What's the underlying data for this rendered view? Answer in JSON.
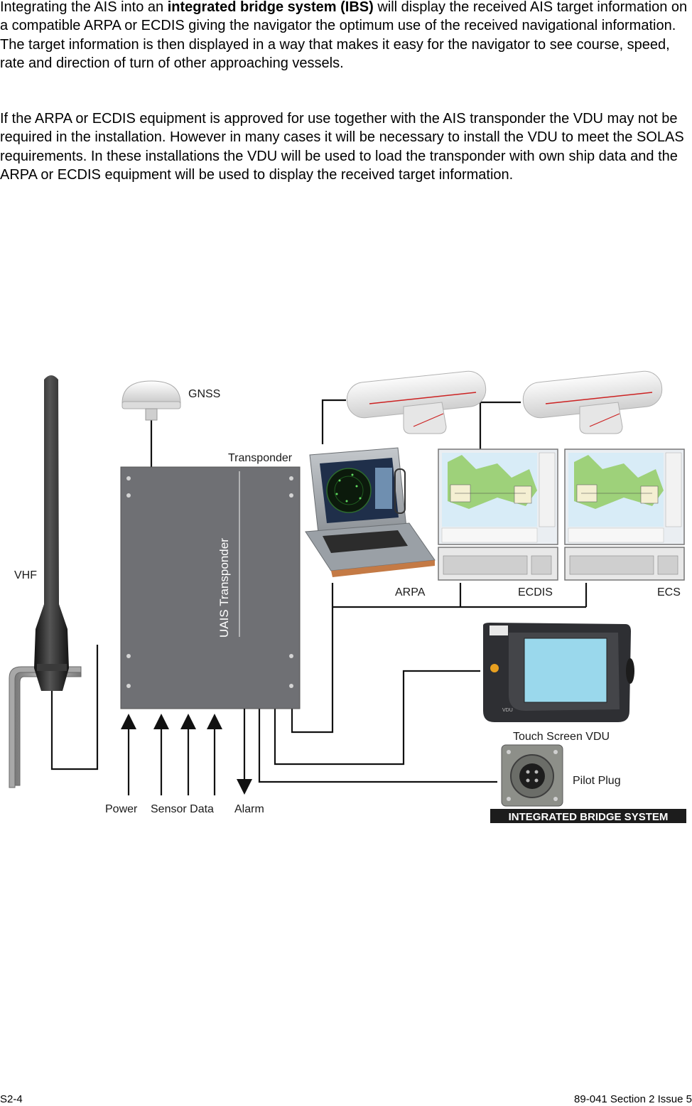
{
  "text": {
    "p1_pre": "Integrating the AIS into an ",
    "p1_bold": "integrated bridge system (IBS)",
    "p1_post": " will display the received AIS target information on a compatible ARPA or ECDIS giving the navigator the optimum use of the received navigational information. The target information is then displayed in a way that makes it easy for the navigator to see course, speed, rate and direction of turn of other approaching vessels.",
    "p2": "If the ARPA or ECDIS equipment is approved for use together with the AIS transponder the VDU may not be required in the installation. However in many cases it will be necessary to install the VDU to meet the SOLAS requirements. In these installations the VDU will be used to load the transponder with own ship data and the ARPA or ECDIS equipment will be used to display the received target information."
  },
  "diagram": {
    "gnss": "GNSS",
    "transponder": "Transponder",
    "uais": "UAIS Transponder",
    "vhf": "VHF",
    "arpa": "ARPA",
    "ecdis": "ECDIS",
    "ecs": "ECS",
    "vdu": "Touch Screen VDU",
    "vdu_brand": "VDU",
    "pilot": "Pilot Plug",
    "power": "Power",
    "sensor": "Sensor Data",
    "alarm": "Alarm",
    "ibs_banner": "INTEGRATED BRIDGE SYSTEM"
  },
  "footer": {
    "left": "S2-4",
    "right": "89-041 Section 2  Issue 5"
  }
}
